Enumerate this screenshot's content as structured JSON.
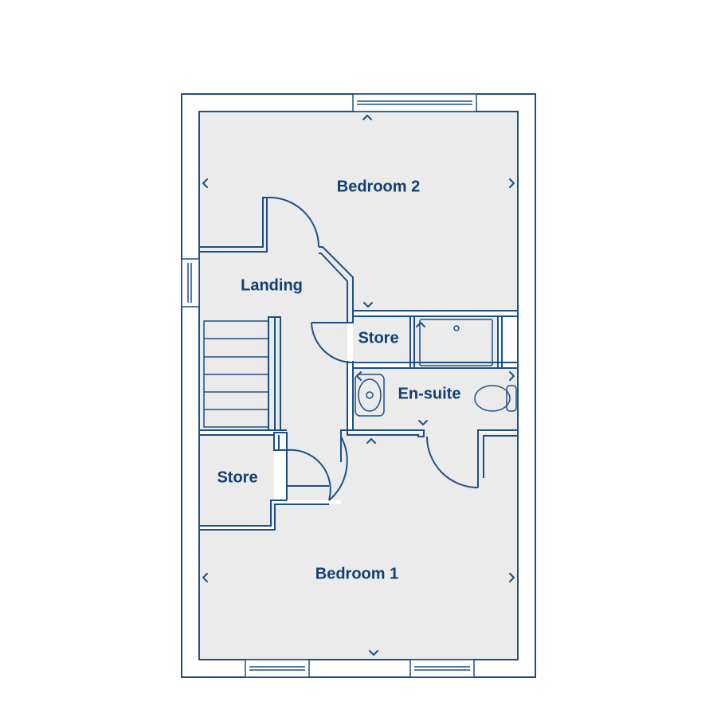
{
  "colors": {
    "wall_stroke": "#1d4f86",
    "floor_fill": "#ebebeb",
    "label": "#123f73",
    "background": "#ffffff"
  },
  "rooms": {
    "bedroom_2": "Bedroom 2",
    "landing": "Landing",
    "store_upper": "Store",
    "en_suite": "En-suite",
    "store_lower": "Store",
    "bedroom_1": "Bedroom 1"
  }
}
